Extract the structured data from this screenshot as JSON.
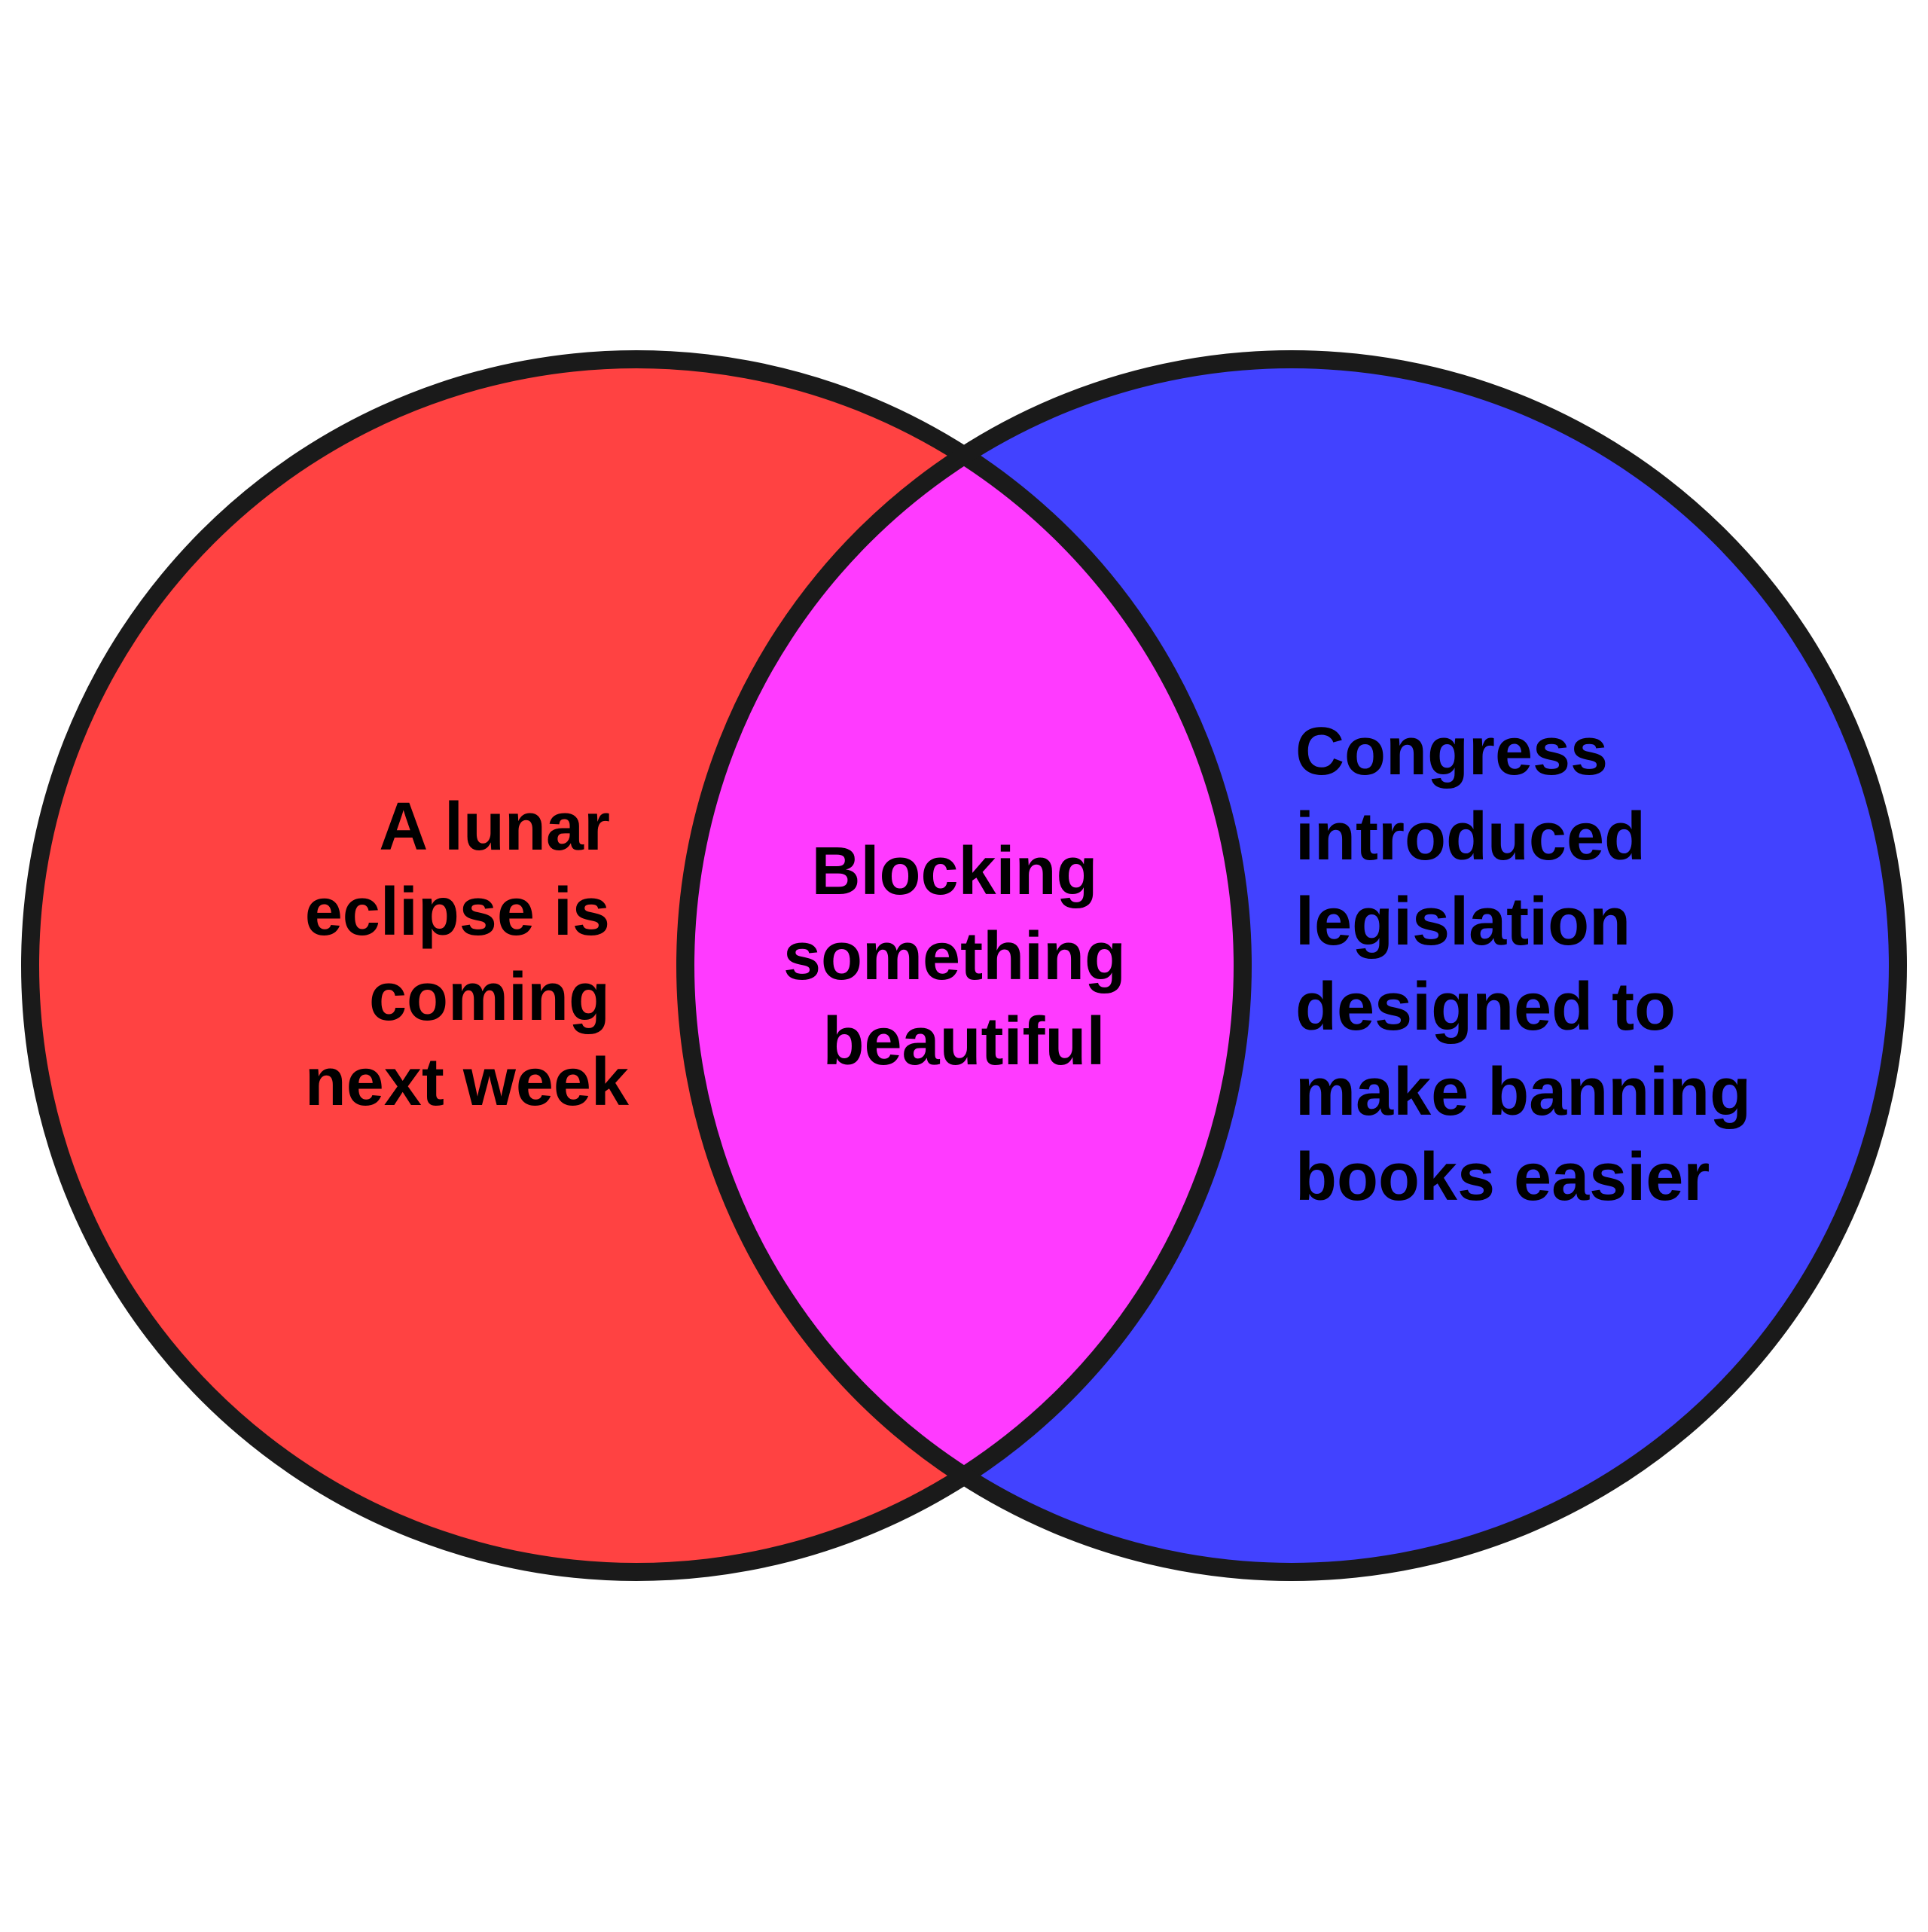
{
  "colors": {
    "background": "#ffffff",
    "left_circle": "#ff4242",
    "right_circle": "#4242ff",
    "overlap": "#ff3aff",
    "outline": "#1a1a1a",
    "text": "#000000"
  },
  "venn": {
    "left": {
      "lines": [
        "A lunar",
        "eclipse is",
        "coming",
        "next week"
      ]
    },
    "center": {
      "lines": [
        "Blocking",
        "something",
        "beautiful"
      ]
    },
    "right": {
      "lines": [
        "Congress",
        "introduced",
        "legislation",
        "designed to",
        "make banning",
        "books easier"
      ]
    }
  }
}
